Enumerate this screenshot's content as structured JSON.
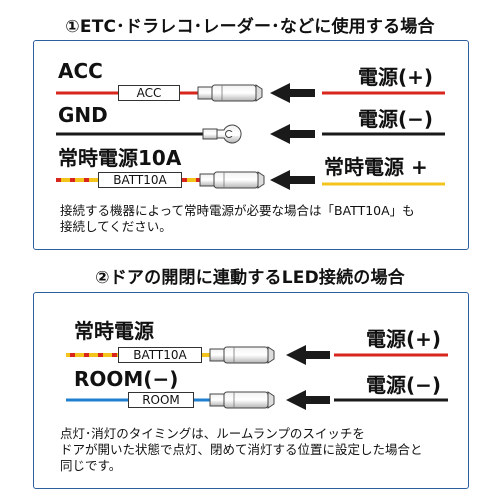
{
  "section1": {
    "title": "①ETC･ドラレコ･レーダー･などに使用する場合",
    "rows": [
      {
        "wire_label": "ACC",
        "tag": "ACC",
        "source_label": "電源(+)"
      },
      {
        "wire_label": "GND",
        "tag": "",
        "source_label": "電源(−)"
      },
      {
        "wire_label": "常時電源10A",
        "tag": "BATT10A",
        "source_label": "常時電源 +"
      }
    ],
    "note_lines": [
      "接続する機器によって常時電源が必要な場合は「BATT10A」も",
      "接続してください。"
    ]
  },
  "section2": {
    "title": "②ドアの開閉に連動するLED接続の場合",
    "rows": [
      {
        "wire_label": "常時電源",
        "tag": "BATT10A",
        "source_label": "電源(+)"
      },
      {
        "wire_label": "ROOM(−)",
        "tag": "ROOM",
        "source_label": "電源(−)"
      }
    ],
    "note_lines": [
      "点灯･消灯のタイミングは、ルームランプのスイッチを",
      "ドアが開いた状態で点灯、閉めて消灯する位置に設定した場合と",
      "同じです。"
    ]
  },
  "colors": {
    "red": "#d9261c",
    "black": "#1a1a1a",
    "yellow": "#f2c41c",
    "blue": "#1f7fd0",
    "border": "#2c5f9e"
  }
}
